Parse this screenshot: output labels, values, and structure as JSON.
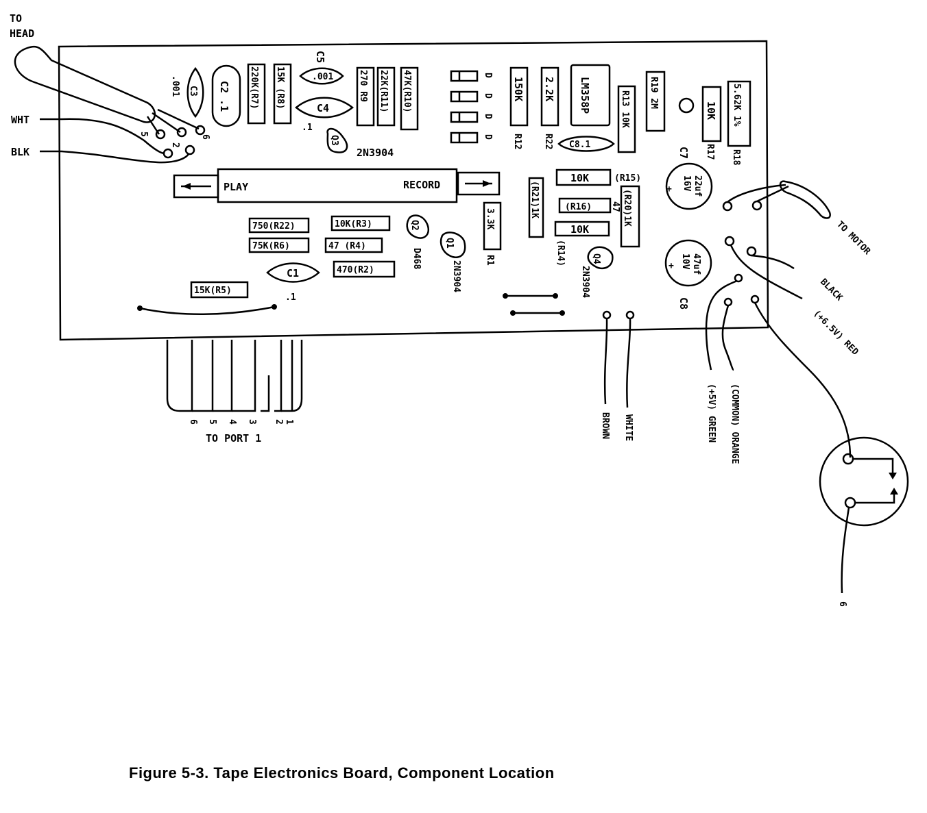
{
  "caption": "Figure 5-3. Tape Electronics Board, Component Location",
  "connectors": {
    "head": {
      "label_line1": "TO",
      "label_line2": "HEAD",
      "wires": [
        "WHT",
        "BLK"
      ],
      "pins": [
        "5",
        "2",
        "6"
      ]
    },
    "motor": {
      "label": "TO MOTOR"
    },
    "port": {
      "label": "TO PORT 1",
      "pins": [
        "6",
        "5",
        "4",
        "3",
        "2",
        "1"
      ]
    },
    "switch_pin": "6"
  },
  "switch": {
    "play_label": "PLAY",
    "record_label": "RECORD"
  },
  "wire_labels": {
    "black": "BLACK",
    "red": "(+6.5V) RED",
    "green": "(+5V) GREEN",
    "orange": "(COMMON) ORANGE",
    "brown": "BROWN",
    "white": "WHITE"
  },
  "components": {
    "c3": {
      "label": "C3",
      "value": ".001"
    },
    "c2": {
      "label": "C2 .1"
    },
    "r7": {
      "label": "220K(R7)"
    },
    "r8": {
      "label": "15K (R8)"
    },
    "c5": {
      "label": "C5",
      "value": ".001"
    },
    "c4": {
      "label": "C4",
      "value": ".1"
    },
    "r9": {
      "label": "270  R9"
    },
    "r11": {
      "label": "22K(R11)"
    },
    "r10": {
      "label": "47K(R10)"
    },
    "q3": {
      "label": "Q3",
      "type": "2N3904"
    },
    "diodes": [
      "D",
      "D",
      "D",
      "D"
    ],
    "r12": {
      "label": "150K",
      "ref": "R12"
    },
    "r22b": {
      "label": "2.2K",
      "ref": "R22"
    },
    "ic": {
      "label": "LM358P"
    },
    "r13": {
      "label": "R13 10K"
    },
    "c6": {
      "label": "C8.1"
    },
    "r19": {
      "label": "R19  2M"
    },
    "r17": {
      "label": "10K",
      "ref": "R17"
    },
    "r18": {
      "label": "5.62K 1%",
      "ref": "R18"
    },
    "c7": {
      "label": "C7",
      "value1": "22uf",
      "value2": "16V",
      "polarity": "+"
    },
    "c8": {
      "label": "C8",
      "value1": "47uf",
      "value2": "10V",
      "polarity": "+"
    },
    "r15": {
      "label": "10K",
      "ref": "(R15)"
    },
    "r16": {
      "label": "(R16)",
      "value": "47"
    },
    "r14": {
      "label": "10K",
      "ref": "(R14)"
    },
    "r21": {
      "label": "(R21)1K"
    },
    "r20": {
      "label": "(R20)1K"
    },
    "r1": {
      "label": "3.3K",
      "ref": "R1"
    },
    "q1": {
      "label": "Q1",
      "type": "2N3904"
    },
    "q2": {
      "label": "Q2",
      "type": "D468"
    },
    "q4": {
      "label": "Q4",
      "type": "2N3904"
    },
    "r22": {
      "label": "750(R22)"
    },
    "r3": {
      "label": "10K(R3)"
    },
    "r6": {
      "label": "75K(R6)"
    },
    "r4": {
      "label": "47 (R4)"
    },
    "c1": {
      "label": "C1",
      "value": ".1"
    },
    "r2": {
      "label": "470(R2)"
    },
    "r5": {
      "label": "15K(R5)"
    }
  }
}
